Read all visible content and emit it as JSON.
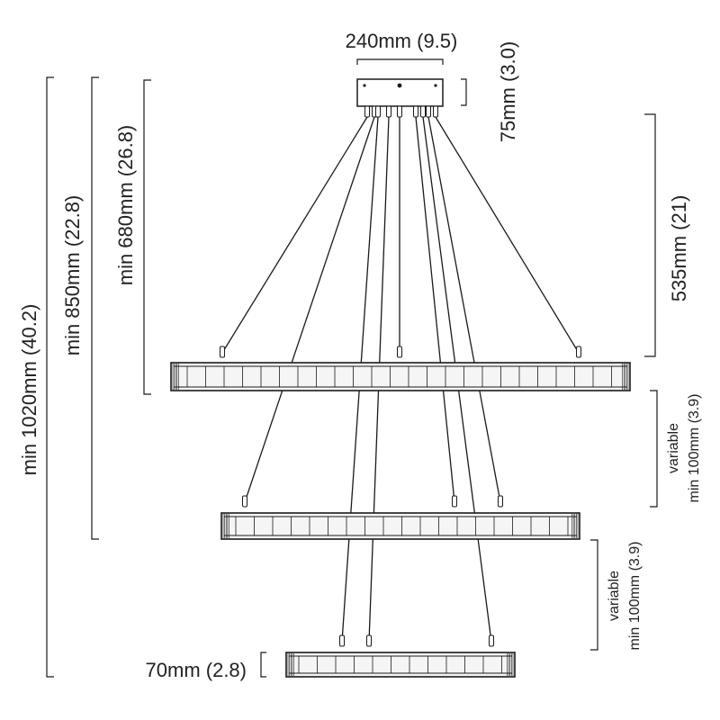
{
  "colors": {
    "line": "#1a1a1a",
    "label": "#222222",
    "ring_fill": "#f5f5f5",
    "background": "#ffffff"
  },
  "dimensions": {
    "canopy_width": "240mm (9.5)",
    "canopy_height": "75mm (3.0)",
    "top_drop": "535mm (21)",
    "gap_top_middle": {
      "line1": "variable",
      "line2": "min 100mm (3.9)"
    },
    "gap_middle_bottom": {
      "line1": "variable",
      "line2": "min 100mm (3.9)"
    },
    "ring_height": "70mm (2.8)",
    "min_to_top_ring": "min 680mm (26.8)",
    "min_to_middle_ring": "min 850mm (22.8)",
    "min_to_bottom_ring": "min 1020mm (40.2)"
  }
}
